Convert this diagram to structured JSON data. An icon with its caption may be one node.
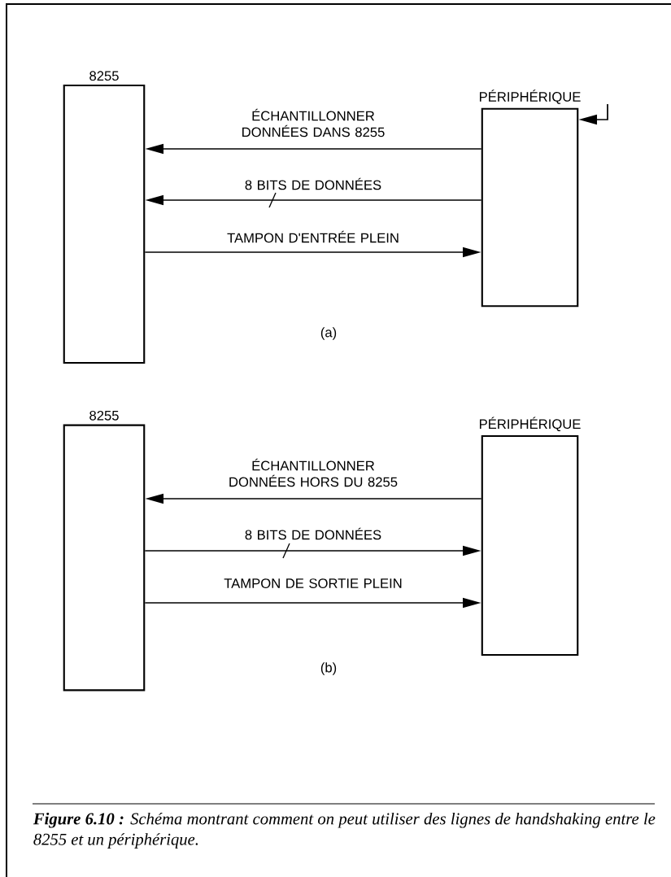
{
  "diagram": {
    "caption": "**Figure 6.10 :** Schéma montrant comment on peut utiliser des lignes de handshaking entre le 8255 et un périphérique.",
    "nodes": [
      {
        "text": [
          "8255"
        ]
      },
      {
        "text": [
          "PÉRIPHÉRIQUE"
        ]
      },
      {
        "text": [
          "8255"
        ]
      },
      {
        "text": [
          "PÉRIPHÉRIQUE"
        ]
      }
    ],
    "edges": [
      {
        "from": 1,
        "to": 0,
        "arrow": "to",
        "label": "ÉCHANTILLONNER DONNÉES DANS 8255"
      },
      {
        "from": 1,
        "to": 0,
        "arrow": "to",
        "label": "8 BITS DE DONNÉES"
      },
      {
        "from": 0,
        "to": 1,
        "arrow": "to",
        "label": "TAMPON D'ENTRÉE PLEIN"
      },
      {
        "from": null,
        "to": 1,
        "arrow": "to"
      },
      {
        "from": 3,
        "to": 2,
        "arrow": "to",
        "label": "ÉCHANTILLONNER DONNÉES HORS DU 8255"
      },
      {
        "from": 2,
        "to": 3,
        "arrow": "to",
        "label": "8 BITS DE DONNÉES"
      },
      {
        "from": 2,
        "to": 3,
        "arrow": "to",
        "label": "TAMPON DE SORTIE PLEIN"
      }
    ],
    "labels": [
      "(a)",
      "(b)"
    ]
  }
}
